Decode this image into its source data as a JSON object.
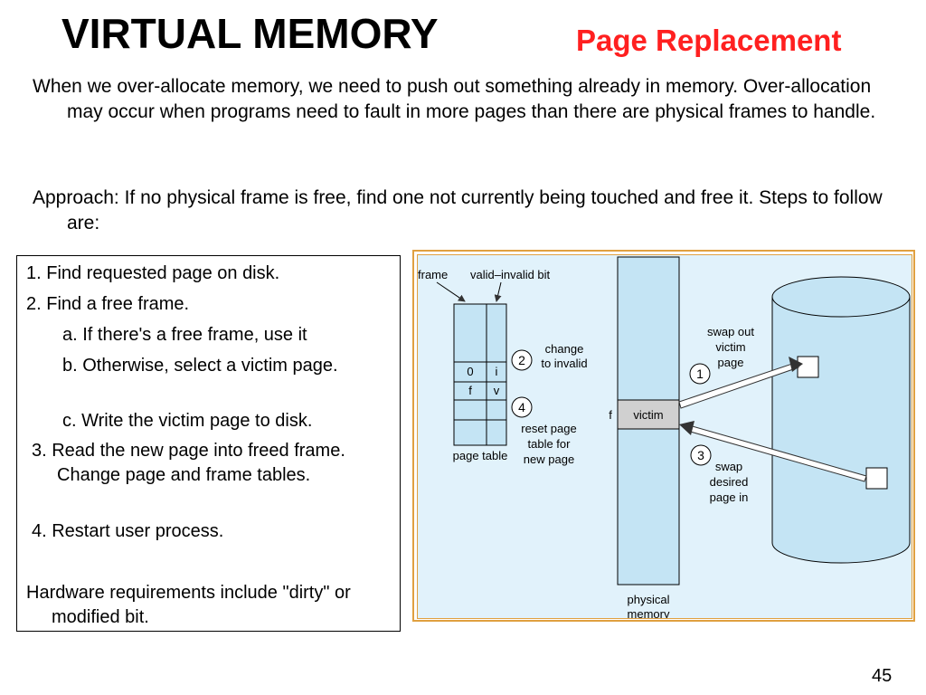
{
  "title": "VIRTUAL MEMORY",
  "subtitle": "Page Replacement",
  "intro": {
    "p1": "When we over-allocate memory, we need to push out something already in memory. Over-allocation may occur when programs need to fault in more pages than there are physical frames to handle.",
    "p2": "Approach: If no physical frame is free, find one not currently being touched and free it. Steps to follow are:"
  },
  "steps": {
    "s1": "1. Find requested page on disk.",
    "s2": "2. Find a free frame.",
    "s2a": "a. If there's a free frame, use it",
    "s2b": "b. Otherwise, select a victim page.",
    "s2c": "c. Write the victim page to disk.",
    "s3": "3. Read the new page into freed frame.   Change page and frame tables.",
    "s4": "4. Restart user process.",
    "hw": "Hardware requirements include \"dirty\" or modified bit."
  },
  "figure": {
    "frame_label": "frame",
    "valid_bit_label": "valid–invalid bit",
    "row1_frame": "0",
    "row1_bit": "i",
    "row2_frame": "f",
    "row2_bit": "v",
    "page_table_label": "page table",
    "step2_num": "2",
    "step2_line1": "change",
    "step2_line2": "to invalid",
    "step4_num": "4",
    "step4_line1": "reset page",
    "step4_line2": "table for",
    "step4_line3": "new page",
    "f_label": "f",
    "victim_label": "victim",
    "physical_line1": "physical",
    "physical_line2": "memory",
    "step1_num": "1",
    "step1_line1": "swap out",
    "step1_line2": "victim",
    "step1_line3": "page",
    "step3_num": "3",
    "step3_line1": "swap",
    "step3_line2": "desired",
    "step3_line3": "page in"
  },
  "page_number": "45"
}
